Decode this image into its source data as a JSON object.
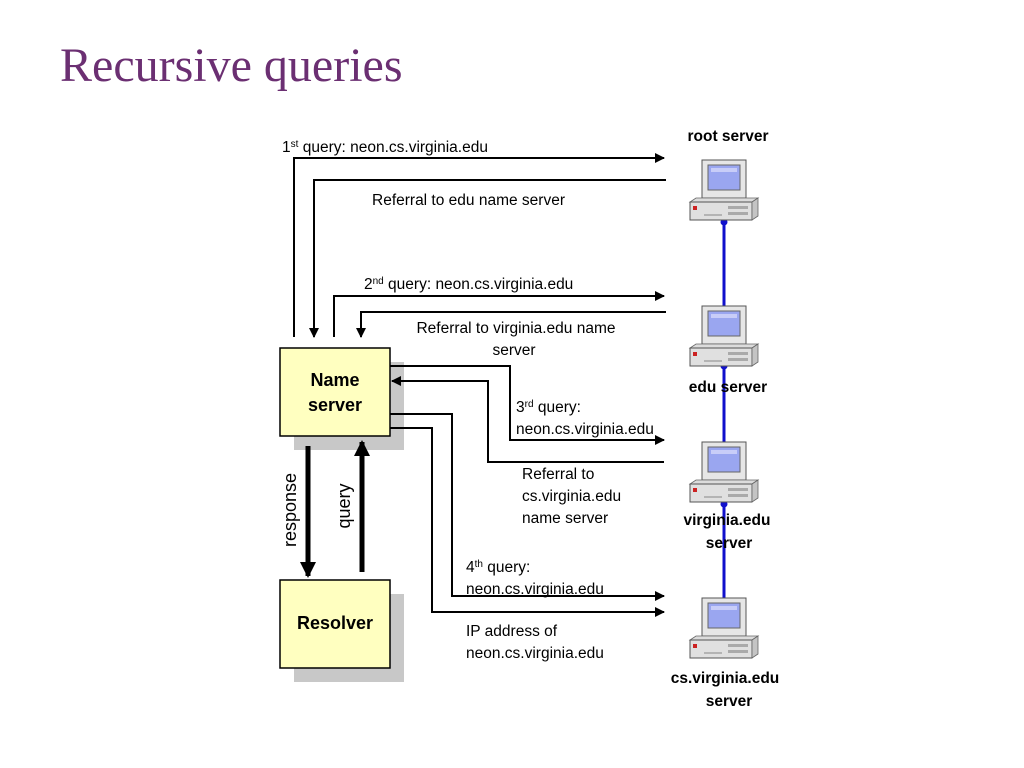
{
  "title": "Recursive queries",
  "colors": {
    "title": "#6b2f72",
    "box_fill": "#ffffc0",
    "box_shadow": "#c8c8c8",
    "link": "#1010cc"
  },
  "boxes": {
    "name_server": [
      "Name",
      "server"
    ],
    "resolver": "Resolver"
  },
  "side_labels": {
    "response": "response",
    "query": "query"
  },
  "servers": {
    "root": [
      "root server"
    ],
    "edu": [
      "edu server"
    ],
    "virginia": [
      "virginia.edu",
      "server"
    ],
    "cs": [
      "cs.virginia.edu",
      "server"
    ]
  },
  "messages": {
    "q1": {
      "num": "1",
      "sup": "st",
      "text": " query: neon.cs.virginia.edu"
    },
    "r1": "Referral to edu name server",
    "q2": {
      "num": "2",
      "sup": "nd",
      "text": " query: neon.cs.virginia.edu"
    },
    "r2": [
      "Referral to virginia.edu name",
      "server"
    ],
    "q3": {
      "num": "3",
      "sup": "rd",
      "text": " query:",
      "line2": "neon.cs.virginia.edu"
    },
    "r3": [
      "Referral to",
      "cs.virginia.edu",
      "name server"
    ],
    "q4": {
      "num": "4",
      "sup": "th",
      "text": " query:",
      "line2": "neon.cs.virginia.edu"
    },
    "r4": [
      "IP address of",
      "neon.cs.virginia.edu"
    ]
  },
  "icons": [
    "computer-icon"
  ]
}
